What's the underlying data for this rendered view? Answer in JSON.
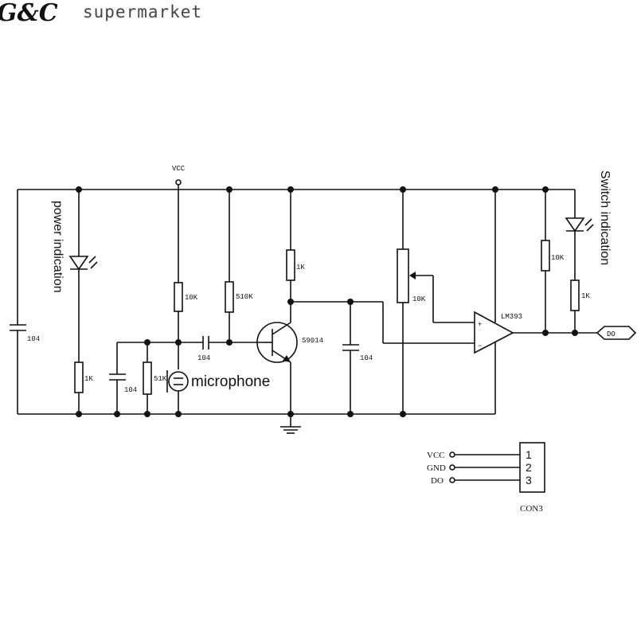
{
  "brand": {
    "logo": "G&C",
    "name": "supermarket"
  },
  "schematic": {
    "vcc_label": "VCC",
    "left_side_label": "power indication",
    "right_side_label": "Switch indication",
    "mic_label": "microphone",
    "transistor": "S9014",
    "comparator": "LM393",
    "comp_plus": "+",
    "comp_minus": "−",
    "output_tag": "DO",
    "components": {
      "c_left": "104",
      "r_led_power": "1K",
      "c_mic_left": "104",
      "r_51k": "51K",
      "r_10k_vcc": "10K",
      "c_coupling": "104",
      "r_510k": "510K",
      "r_1k_collector": "1K",
      "c_collector": "104",
      "pot": "10K",
      "r_10k_right": "10K",
      "r_1k_right": "1K"
    }
  },
  "connector": {
    "name": "CON3",
    "pins": [
      {
        "label": "VCC",
        "number": "1"
      },
      {
        "label": "GND",
        "number": "2"
      },
      {
        "label": "DO",
        "number": "3"
      }
    ]
  }
}
